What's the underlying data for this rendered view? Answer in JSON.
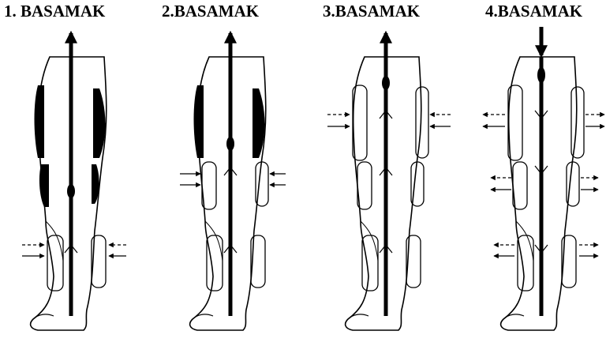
{
  "stages": [
    {
      "label": "1. BASAMAK"
    },
    {
      "label": "2.BASAMAK"
    },
    {
      "label": "3.BASAMAK"
    },
    {
      "label": "4.BASAMAK"
    }
  ],
  "colors": {
    "ink": "#000000",
    "paper": "#ffffff"
  }
}
